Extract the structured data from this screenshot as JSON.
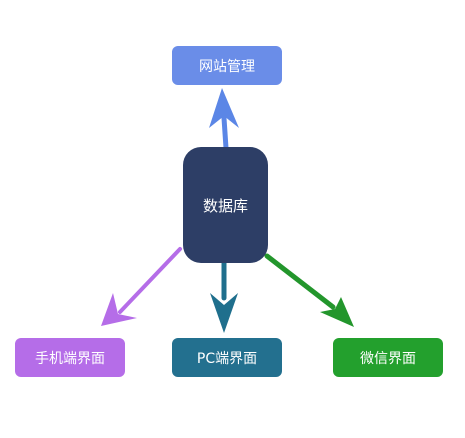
{
  "nodes": {
    "web_admin": {
      "label": "网站管理",
      "color": "#6a8de8"
    },
    "database": {
      "label": "数据库",
      "color": "#2d3e66"
    },
    "mobile": {
      "label": "手机端界面",
      "color": "#b56de8"
    },
    "pc": {
      "label": "PC端界面",
      "color": "#23708f"
    },
    "wechat": {
      "label": "微信界面",
      "color": "#23a02d"
    }
  },
  "arrows": {
    "to_web_admin": {
      "color": "#5b86e6"
    },
    "to_mobile": {
      "color": "#b56de8"
    },
    "to_pc": {
      "color": "#1f6f8d"
    },
    "to_wechat": {
      "color": "#23962c"
    }
  }
}
